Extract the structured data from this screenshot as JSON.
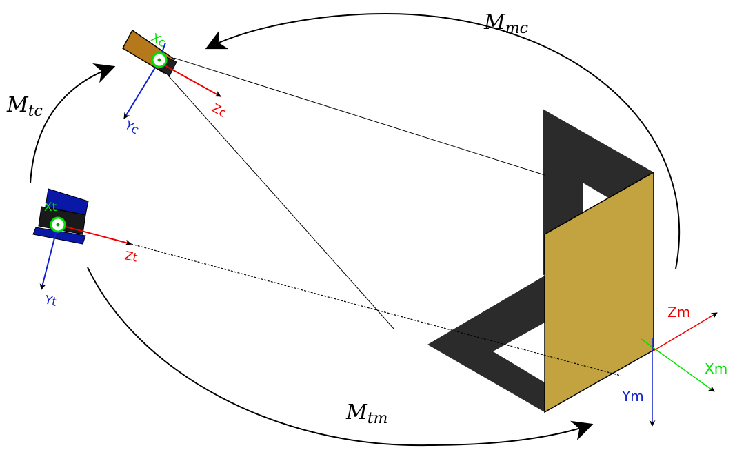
{
  "transforms": {
    "m_mc": {
      "base": "M",
      "sub": "mc"
    },
    "m_tc": {
      "base": "M",
      "sub": "tc"
    },
    "m_tm": {
      "base": "M",
      "sub": "tm"
    }
  },
  "camera_axes": {
    "x": "Xc",
    "y": "Yc",
    "z": "Zc"
  },
  "tracker_axes": {
    "x": "Xt",
    "y": "Yt",
    "z": "Zt"
  },
  "marker_axes": {
    "x": "Xm",
    "y": "Ym",
    "z": "Zm"
  },
  "colors": {
    "x_axis": "#00e000",
    "y_axis": "#1020d0",
    "z_axis": "#ee0000",
    "camera_body": "#b5781a",
    "tracker_body": "#0a18a8",
    "marker_dark": "#2b2b2b",
    "marker_panel": "#c2a33f"
  }
}
